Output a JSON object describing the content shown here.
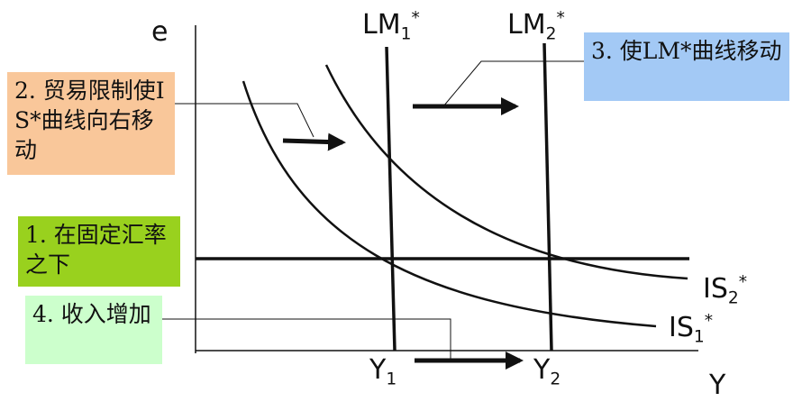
{
  "axes": {
    "y_label": "e",
    "x_label": "Y"
  },
  "labels": {
    "lm1": {
      "main": "LM",
      "sub": "1",
      "sup": "*"
    },
    "lm2": {
      "main": "LM",
      "sub": "2",
      "sup": "*"
    },
    "is1": {
      "main": "IS",
      "sub": "1",
      "sup": "*"
    },
    "is2": {
      "main": "IS",
      "sub": "2",
      "sup": "*"
    },
    "y1": {
      "main": "Y",
      "sub": "1"
    },
    "y2": {
      "main": "Y",
      "sub": "2"
    }
  },
  "notes": {
    "trade_restriction": "2. 贸易限制使IS*曲线向右移动",
    "fixed_rate": "1. 在固定汇率之下",
    "lm_shift": "3. 使LM*曲线移动",
    "income_increase": "4. 收入增加"
  },
  "colors": {
    "trade_box": "#f9c79a",
    "fixed_box": "#99d11e",
    "lm_box": "#a3c9f5",
    "income_box": "#ccffcc",
    "ink": "#111111"
  }
}
